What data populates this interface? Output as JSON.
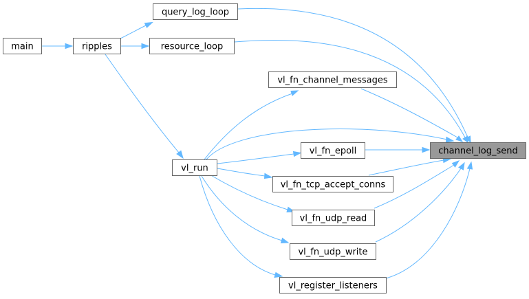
{
  "graph": {
    "edge_color": "#63b8ff",
    "node_border_color": "#666666",
    "highlight_fill": "#999999",
    "nodes": {
      "main": "main",
      "ripples": "ripples",
      "query_log_loop": "query_log_loop",
      "resource_loop": "resource_loop",
      "vl_fn_channel_messages": "vl_fn_channel_messages",
      "vl_run": "vl_run",
      "vl_fn_epoll": "vl_fn_epoll",
      "vl_fn_tcp_accept_conns": "vl_fn_tcp_accept_conns",
      "vl_fn_udp_read": "vl_fn_udp_read",
      "vl_fn_udp_write": "vl_fn_udp_write",
      "vl_register_listeners": "vl_register_listeners",
      "channel_log_send": "channel_log_send"
    }
  }
}
